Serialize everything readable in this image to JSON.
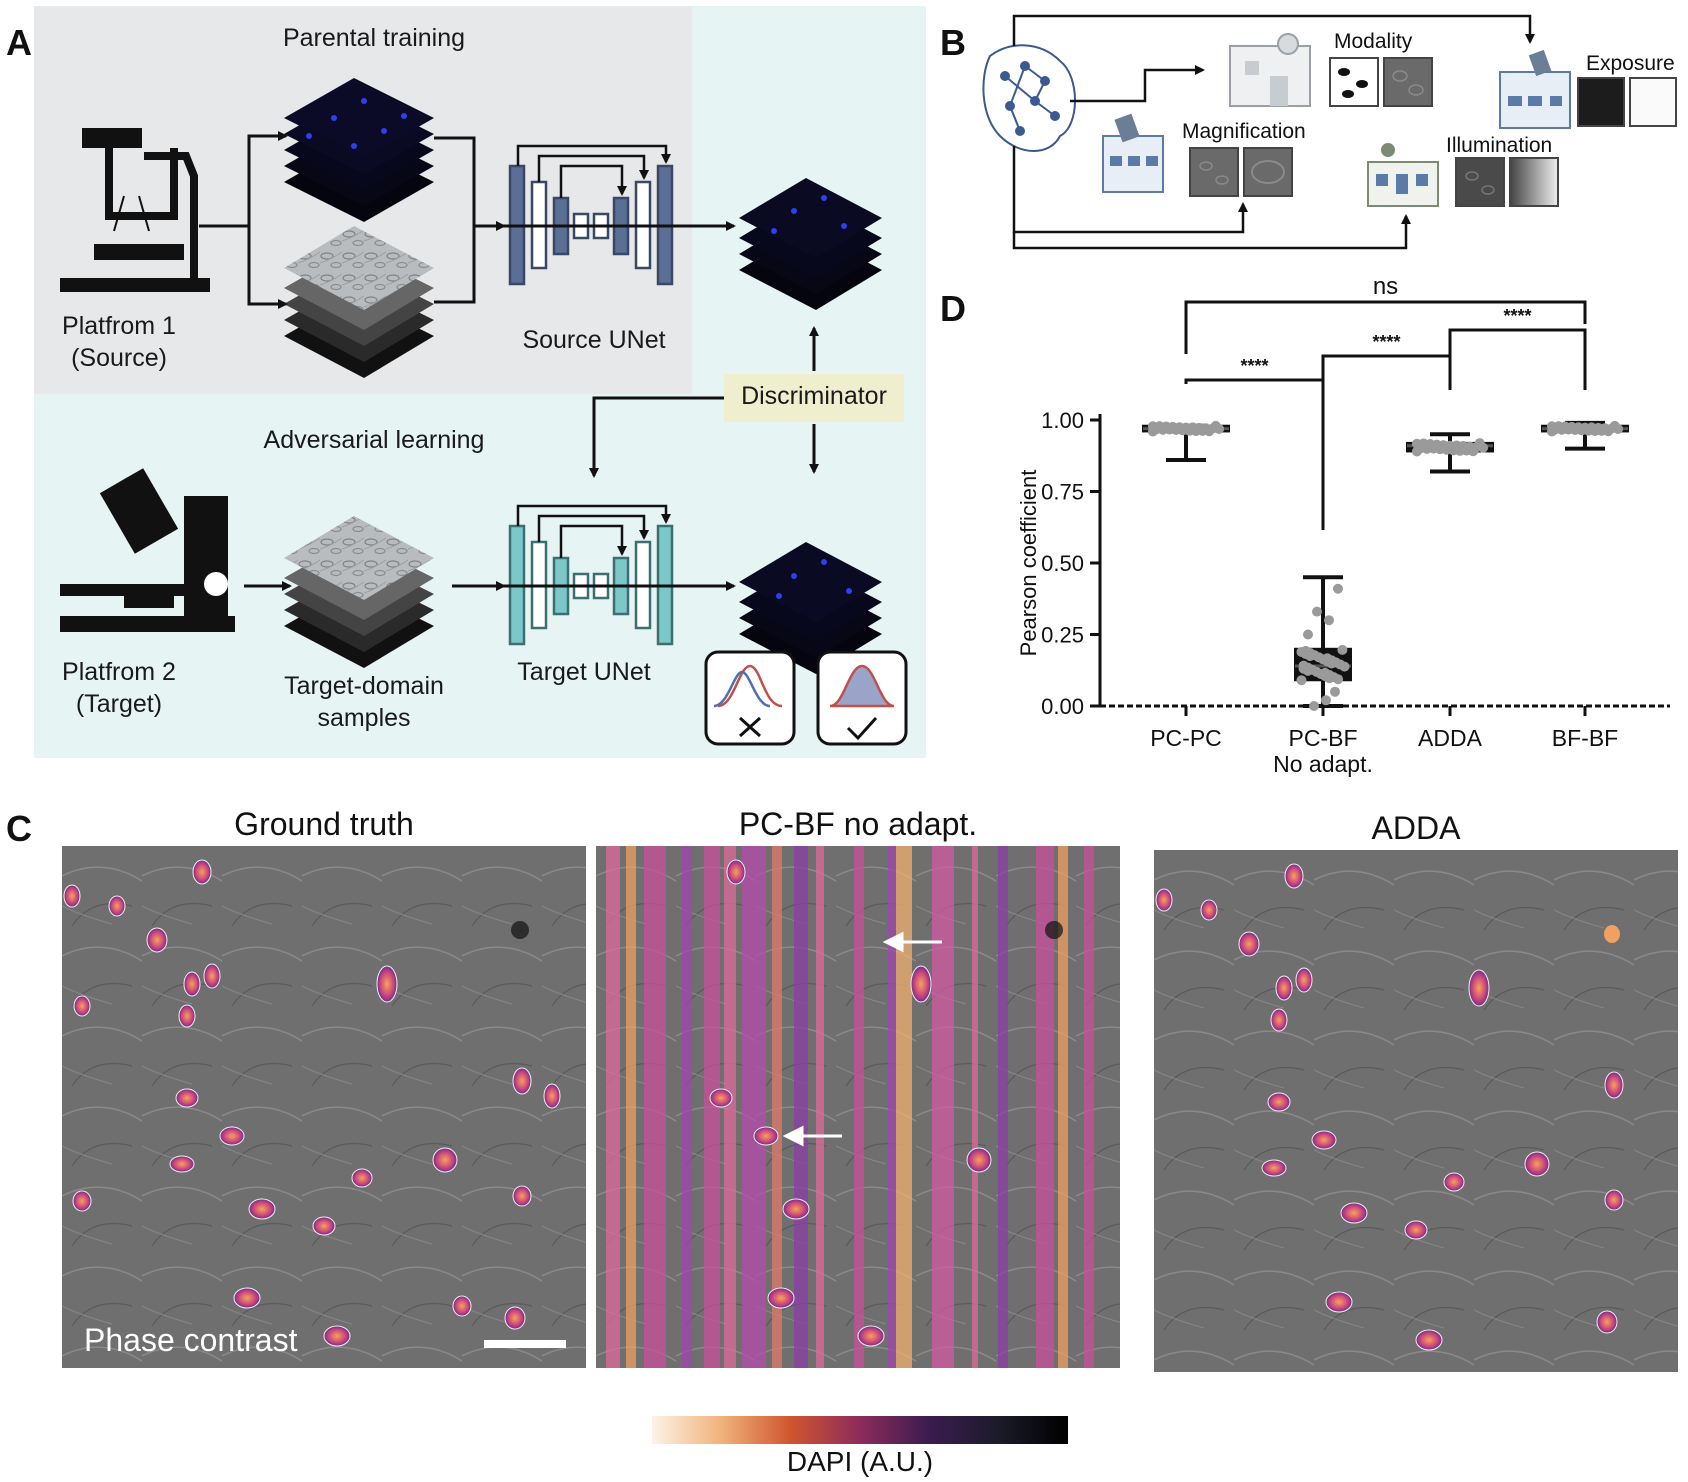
{
  "panels": {
    "a": "A",
    "b": "B",
    "c": "C",
    "d": "D"
  },
  "panel_a": {
    "top_title": "Parental training",
    "bottom_title": "Adversarial learning",
    "platform1_line1": "Platfrom 1",
    "platform1_line2": "(Source)",
    "platform2_line1": "Platfrom 2",
    "platform2_line2": "(Target)",
    "source_net": "Source UNet",
    "target_net": "Target UNet",
    "target_samples_line1": "Target-domain",
    "target_samples_line2": "samples",
    "discriminator": "Discriminator",
    "colors": {
      "source_bg": "#e6e8ea",
      "target_bg": "#e6f4f4",
      "source_unet": "#5b6f96",
      "target_unet": "#7cc7c7",
      "discriminator_bg": "#efefd0"
    }
  },
  "panel_b": {
    "modality": "Modality",
    "magnification": "Magnification",
    "exposure": "Exposure",
    "illumination": "Illumination",
    "icons": [
      "neural-network-icon",
      "lab-building-icon",
      "microscope-building-icon"
    ]
  },
  "panel_c": {
    "titles": [
      "Ground truth",
      "PC-BF no adapt.",
      "ADDA"
    ],
    "overlay_label": "Phase contrast",
    "colorbar_label": "DAPI (A.U.)"
  },
  "chart_data": {
    "type": "box",
    "ylabel": "Pearson coefficient",
    "ylim": [
      0,
      1
    ],
    "yticks": [
      "0.00",
      "0.25",
      "0.50",
      "0.75",
      "1.00"
    ],
    "categories": [
      "PC-PC",
      "PC-BF",
      "ADDA",
      "BF-BF"
    ],
    "category_sublabels": [
      "",
      "No adapt.",
      "",
      ""
    ],
    "series": [
      {
        "category": "PC-PC",
        "min": 0.86,
        "q1": 0.96,
        "median": 0.97,
        "q3": 0.98,
        "max": 0.98
      },
      {
        "category": "PC-BF",
        "min": 0.0,
        "q1": 0.09,
        "median": 0.14,
        "q3": 0.2,
        "max": 0.45
      },
      {
        "category": "ADDA",
        "min": 0.82,
        "q1": 0.89,
        "median": 0.91,
        "q3": 0.92,
        "max": 0.95
      },
      {
        "category": "BF-BF",
        "min": 0.9,
        "q1": 0.96,
        "median": 0.97,
        "q3": 0.98,
        "max": 0.99
      }
    ],
    "significance": [
      {
        "pair": [
          "PC-PC",
          "BF-BF"
        ],
        "label": "ns"
      },
      {
        "pair": [
          "PC-PC",
          "PC-BF"
        ],
        "label": "****"
      },
      {
        "pair": [
          "PC-BF",
          "ADDA"
        ],
        "label": "****"
      },
      {
        "pair": [
          "ADDA",
          "BF-BF"
        ],
        "label": "****"
      }
    ]
  }
}
